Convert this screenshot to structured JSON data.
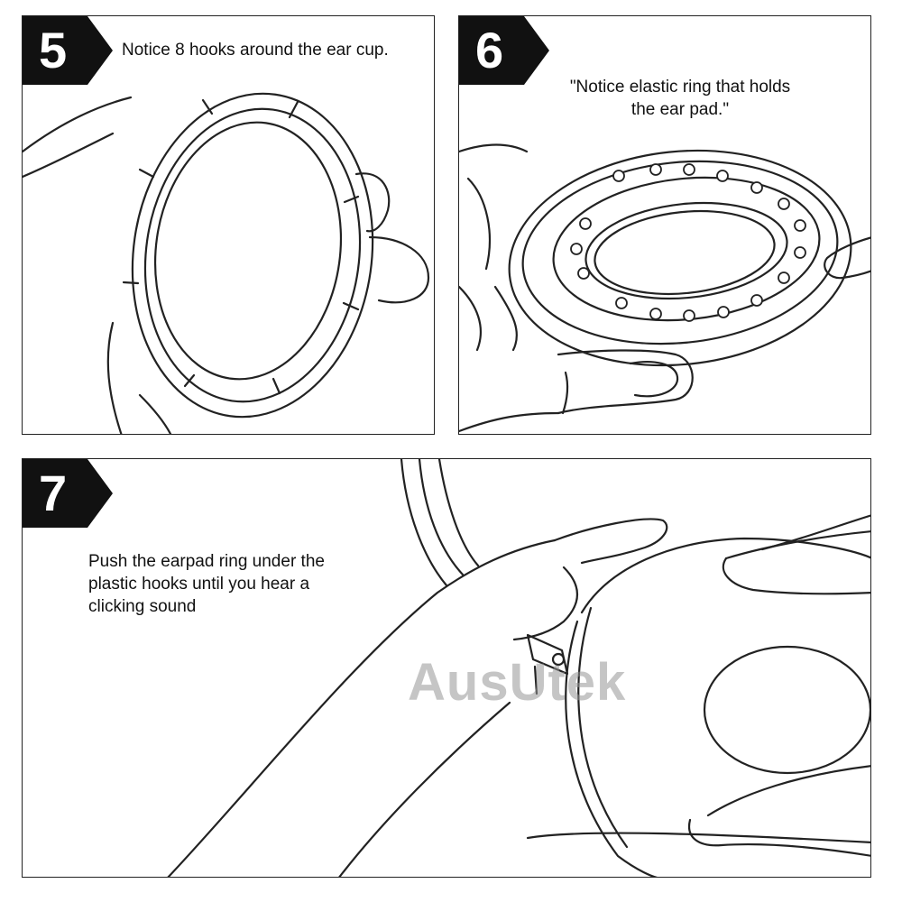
{
  "steps": [
    {
      "number": "5",
      "caption": "Notice 8 hooks around the ear cup."
    },
    {
      "number": "6",
      "caption_line1": "\"Notice elastic ring that holds",
      "caption_line2": "the ear pad.\""
    },
    {
      "number": "7",
      "caption_line1": "Push the earpad ring under the",
      "caption_line2": "plastic hooks until you hear a",
      "caption_line3": "clicking sound"
    }
  ],
  "watermark": "AusUtek",
  "colors": {
    "badge": "#111111",
    "line": "#222222",
    "watermark": "#969696"
  }
}
